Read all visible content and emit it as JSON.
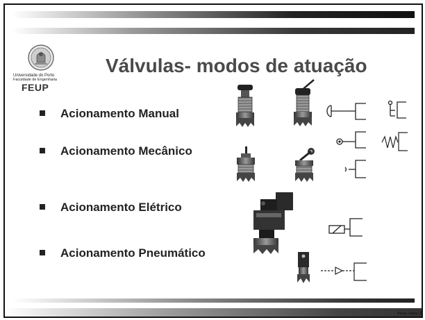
{
  "slide": {
    "title": "Válvulas- modos de atuação",
    "logo": {
      "university": "Universidade do Porto",
      "faculty": "Faculdade de Engenharia",
      "acronym": "FEUP"
    },
    "items": [
      {
        "label": "Acionamento Manual"
      },
      {
        "label": "Acionamento Mecânico"
      },
      {
        "label": "Acionamento Elétrico"
      },
      {
        "label": "Acionamento Pneumático"
      }
    ],
    "author": "Paulo Abreu ®"
  },
  "colors": {
    "title": "#4a4a4a",
    "text": "#222222",
    "bars": "#222222"
  }
}
